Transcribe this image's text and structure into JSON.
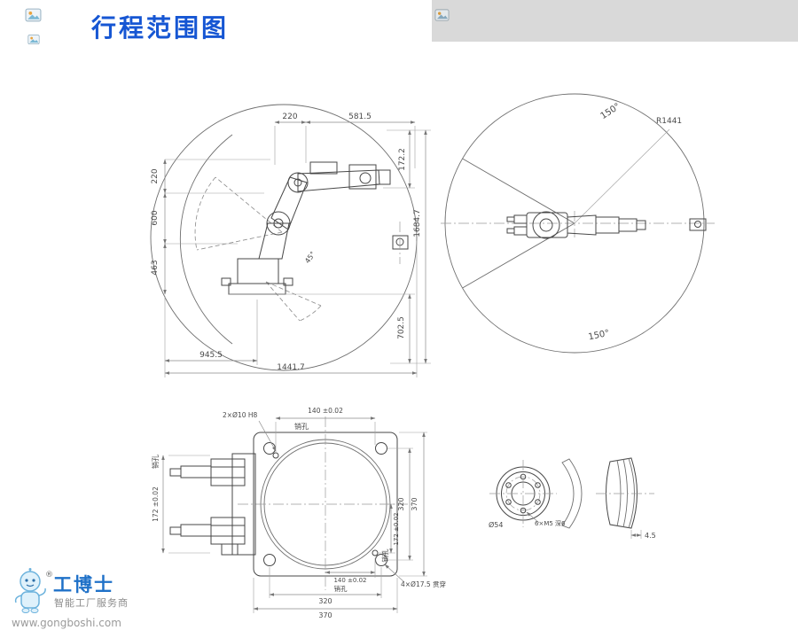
{
  "page": {
    "title": "行程范围图"
  },
  "colors": {
    "title_blue": "#1656d3",
    "brand_blue": "#1f71c8",
    "strip_gray": "#d9d9d9",
    "line_gray": "#6f6f6f"
  },
  "icons": {
    "top_left": "image-placeholder-icon",
    "top_left_small": "image-placeholder-icon",
    "strip": "image-placeholder-icon"
  },
  "side_view": {
    "dims": {
      "d220_top": "220",
      "d581": "581.5",
      "d172": "172.2",
      "d1684": "1684.7",
      "d220_left": "220",
      "d600": "600",
      "d463": "463",
      "d702": "702.5",
      "d945": "945.5",
      "d1441": "1441.7",
      "angle": "45°"
    }
  },
  "top_view": {
    "dims": {
      "angle_top": "150°",
      "radius": "R1441",
      "angle_bottom": "150°"
    }
  },
  "base_view": {
    "dims": {
      "pin_note": "2×Ø10 H8",
      "pin_label": "销孔",
      "d140": "140 ±0.02",
      "d172": "172 ±0.02",
      "d320": "320",
      "d370": "370",
      "through": "4×Ø17.5 贯穿"
    }
  },
  "detail_view": {
    "dims": {
      "dia": "Ø54",
      "tap": "6×M5 深6",
      "thk": "4.5"
    }
  },
  "watermark": {
    "brand": "工博士",
    "reg": "®",
    "tagline": "智能工厂服务商",
    "website": "www.gongboshi.com"
  }
}
